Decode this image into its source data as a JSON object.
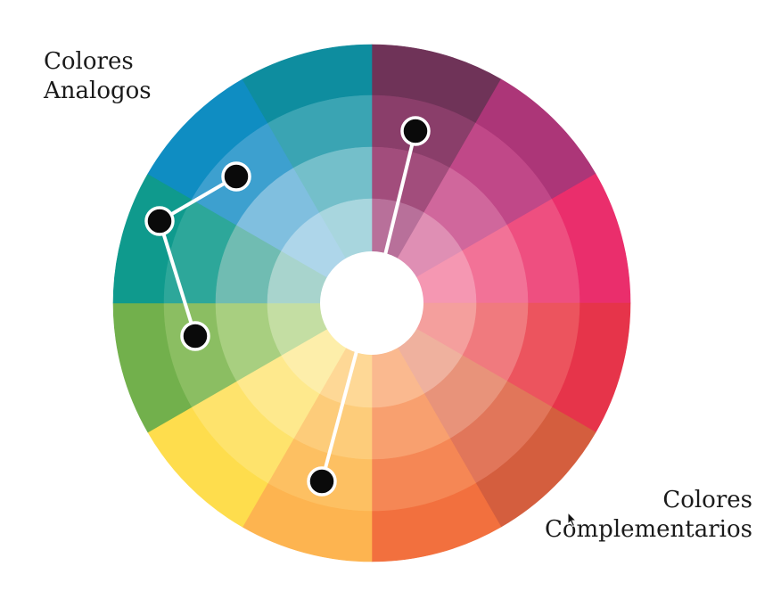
{
  "labels": {
    "analogous_line1": "Colores",
    "analogous_line2": "Analogos",
    "complementary_line1": "Colores",
    "complementary_line2": "Complementarios"
  },
  "wheel": {
    "segments": [
      {
        "name": "purple",
        "rings": [
          "#6f3358",
          "#8a3e6a",
          "#a24d7c",
          "#b8709a",
          "#d3a0bc"
        ]
      },
      {
        "name": "magenta",
        "rings": [
          "#ac3678",
          "#c04888",
          "#d0679c",
          "#df8fb4",
          "#ebb7cf"
        ]
      },
      {
        "name": "pink",
        "rings": [
          "#ea2e6c",
          "#ee4f80",
          "#f27297",
          "#f597b2",
          "#f8bdcf"
        ]
      },
      {
        "name": "red",
        "rings": [
          "#e6344a",
          "#ec545e",
          "#f07a7e",
          "#f49f9d",
          "#f8c4c0"
        ]
      },
      {
        "name": "red-orange",
        "rings": [
          "#d45e3e",
          "#e1765a",
          "#e8937a",
          "#efb19e",
          "#f5cfc2"
        ]
      },
      {
        "name": "orange",
        "rings": [
          "#f2703e",
          "#f58755",
          "#f8a06f",
          "#fab98f",
          "#fcd2b2"
        ]
      },
      {
        "name": "yellow-orange",
        "rings": [
          "#fdb450",
          "#fdc062",
          "#fdcc7a",
          "#fed896",
          "#fee4b8"
        ]
      },
      {
        "name": "yellow",
        "rings": [
          "#fedd4d",
          "#fee36c",
          "#fee98d",
          "#fdeeaa",
          "#fef3c8"
        ]
      },
      {
        "name": "yellow-green",
        "rings": [
          "#72b04c",
          "#8bbe62",
          "#a8cf80",
          "#c4dea3",
          "#dcebc6"
        ]
      },
      {
        "name": "teal",
        "rings": [
          "#0f9a8d",
          "#2da79a",
          "#70bcb2",
          "#a8d4cd",
          "#d3e8e4"
        ]
      },
      {
        "name": "blue",
        "rings": [
          "#0f8dc2",
          "#3da0cf",
          "#80bfdf",
          "#aed6ea",
          "#d4eaf4"
        ]
      },
      {
        "name": "cyan",
        "rings": [
          "#0e8d9f",
          "#3aa4b3",
          "#74bfca",
          "#a8d6de",
          "#d3eaee"
        ]
      }
    ],
    "colors": {
      "dot_fill": "#0a0a0a",
      "dot_stroke": "#ffffff",
      "connector": "#ffffff",
      "center": "#ffffff"
    }
  }
}
